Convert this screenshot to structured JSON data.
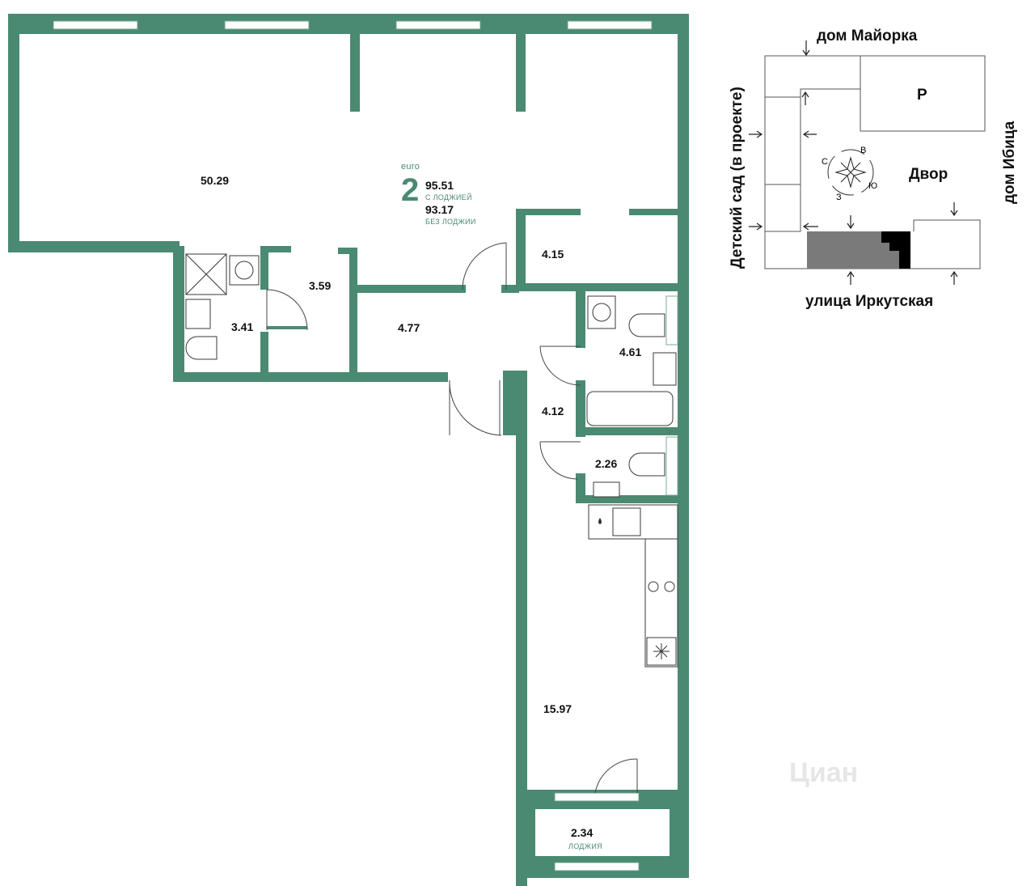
{
  "plan": {
    "rooms": [
      {
        "id": "living",
        "area": "50.29"
      },
      {
        "id": "bath1",
        "area": "3.41"
      },
      {
        "id": "hall1",
        "area": "3.59"
      },
      {
        "id": "room",
        "area": "4.77"
      },
      {
        "id": "closet",
        "area": "4.15"
      },
      {
        "id": "bath2",
        "area": "4.61"
      },
      {
        "id": "corridor",
        "area": "4.12"
      },
      {
        "id": "wc",
        "area": "2.26"
      },
      {
        "id": "kitchen",
        "area": "15.97"
      },
      {
        "id": "loggia",
        "area": "2.34",
        "label": "ЛОДЖИЯ"
      }
    ],
    "badge": {
      "type_label": "euro",
      "rooms": "2",
      "area_with": "95.51",
      "with_label": "С ЛОДЖИЕЙ",
      "area_without": "93.17",
      "without_label": "БЕЗ ЛОДЖИИ"
    },
    "wall_color": "#4a8a72"
  },
  "map": {
    "north_label": "дом Майорка",
    "east_label": "дом Ибица",
    "west_label": "Детский сад (в проекте)",
    "south_label": "улица Иркутская",
    "parking_label": "P",
    "yard_label": "Двор",
    "compass": [
      "С",
      "В",
      "Ю",
      "З"
    ]
  },
  "watermark": "Циан"
}
